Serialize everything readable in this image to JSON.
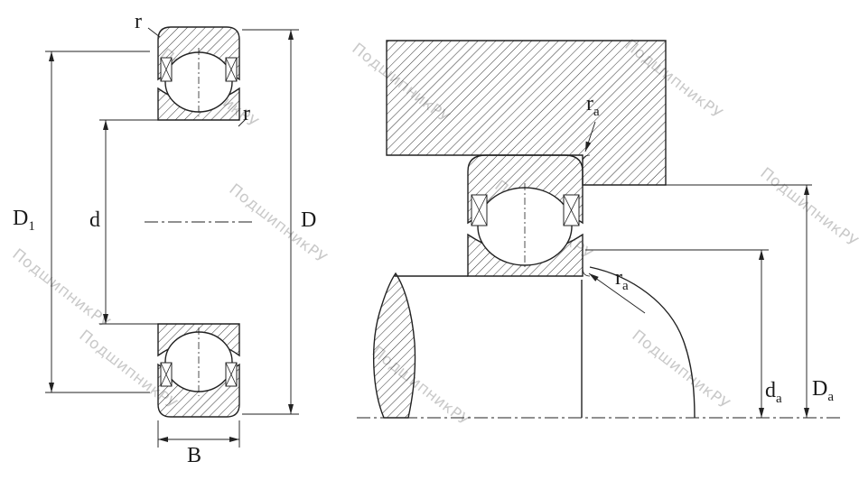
{
  "labels": {
    "r_top": "r",
    "r_side": "r",
    "D1_main": "D",
    "D1_sub": "1",
    "d": "d",
    "D": "D",
    "B": "B",
    "ra_housing_main": "r",
    "ra_housing_sub": "a",
    "ra_shaft_main": "r",
    "ra_shaft_sub": "a",
    "da_main": "d",
    "da_sub": "a",
    "Da_main": "D",
    "Da_sub": "a"
  },
  "watermark": "ПодшипникРУ",
  "colors": {
    "line": "#222222",
    "hatch": "#333333",
    "watermark": "#c9c9c9",
    "background": "#ffffff"
  }
}
